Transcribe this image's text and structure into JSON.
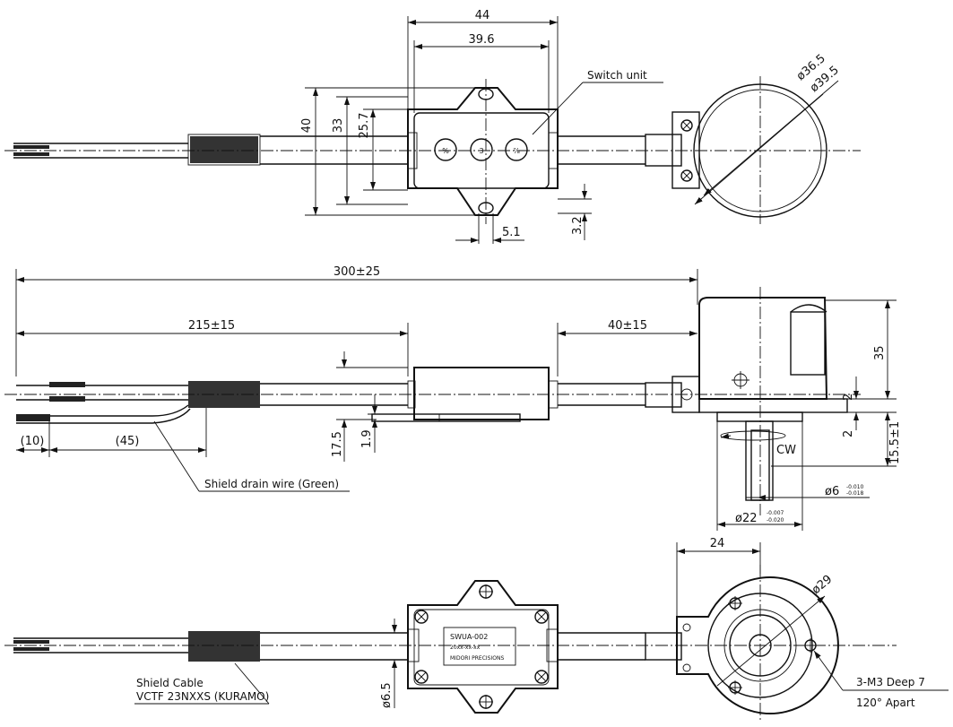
{
  "top_view": {
    "dims": {
      "w44": "44",
      "w39_6": "39.6",
      "h40": "40",
      "h33": "33",
      "h25_7": "25.7",
      "d5_1": "5.1",
      "d3_2": "3.2",
      "dia36_5": "ø36.5",
      "dia39_5": "ø39.5"
    },
    "switch_unit_label": "Switch unit",
    "switch_symbols": [
      "%",
      "3",
      "⅞"
    ]
  },
  "side_view": {
    "dims": {
      "total": "300±25",
      "len215": "215±15",
      "len40": "40±15",
      "h35": "35",
      "d2a": "2",
      "d2b": "2",
      "h15_5": "15.5±1",
      "h17_5": "17.5",
      "d1_9": "1.9",
      "d10": "(10)",
      "d45": "(45)",
      "cw": "CW",
      "shaft": "ø6",
      "shaft_tol_upper": "-0.010",
      "shaft_tol_lower": "-0.018",
      "pilot": "ø22",
      "pilot_tol_upper": "-0.007",
      "pilot_tol_lower": "-0.020"
    },
    "drain_wire_label": "Shield drain wire (Green)"
  },
  "bottom_view": {
    "dims": {
      "w24": "24",
      "dia29": "ø29",
      "dia6_5": "ø6.5"
    },
    "tag_model": "SWUA-002",
    "tag_serial": "20xx-xx-xx",
    "tag_maker": "MIDORI PRECISIONS",
    "cable_label_1": "Shield Cable",
    "cable_label_2": "VCTF 23NXXS (KURAMO)",
    "tap_label_1": "3-M3 Deep 7",
    "tap_label_2": "120° Apart"
  }
}
